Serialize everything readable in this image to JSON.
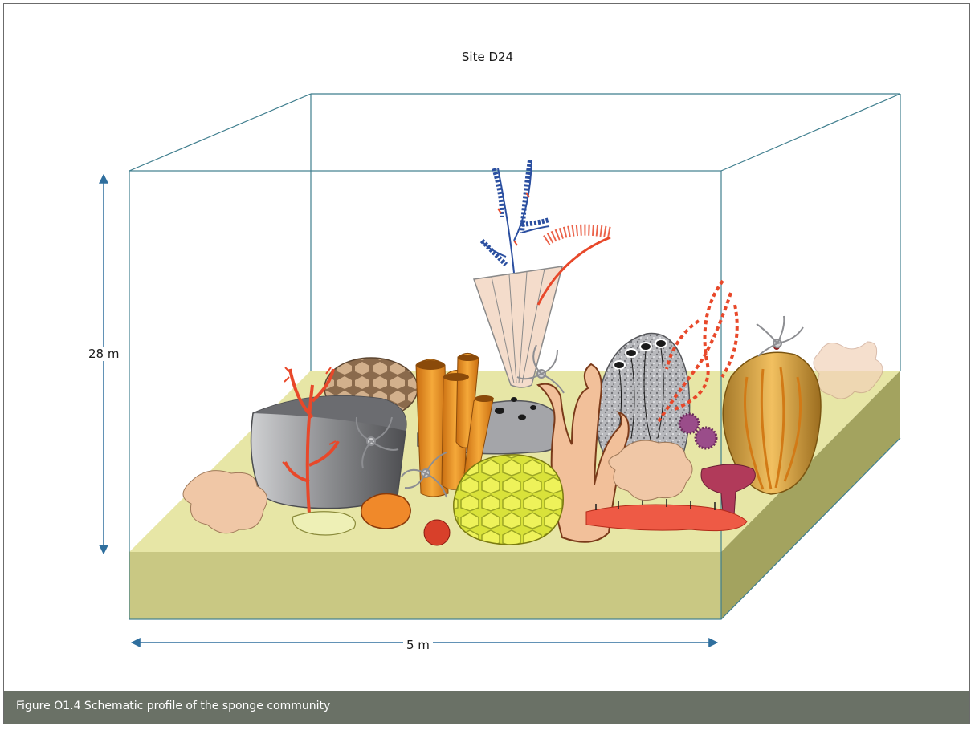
{
  "figure": {
    "site_label": "Site D24",
    "height_label": "28 m",
    "width_label": "5 m",
    "caption": "Figure O1.4  Schematic profile of the sponge community"
  },
  "colors": {
    "seabed_top": "#e7e6a6",
    "seabed_front": "#c9c883",
    "seabed_side": "#a3a35f",
    "box_edge": "#3f7e8e",
    "arrow": "#2f6f9e",
    "caption_bar": "#6a7166",
    "coral_red": "#e8482a",
    "sponge_orange": "#f09a2a",
    "sponge_pink": "#f0c7a6",
    "gorgonian_blue": "#2b4fa0"
  }
}
